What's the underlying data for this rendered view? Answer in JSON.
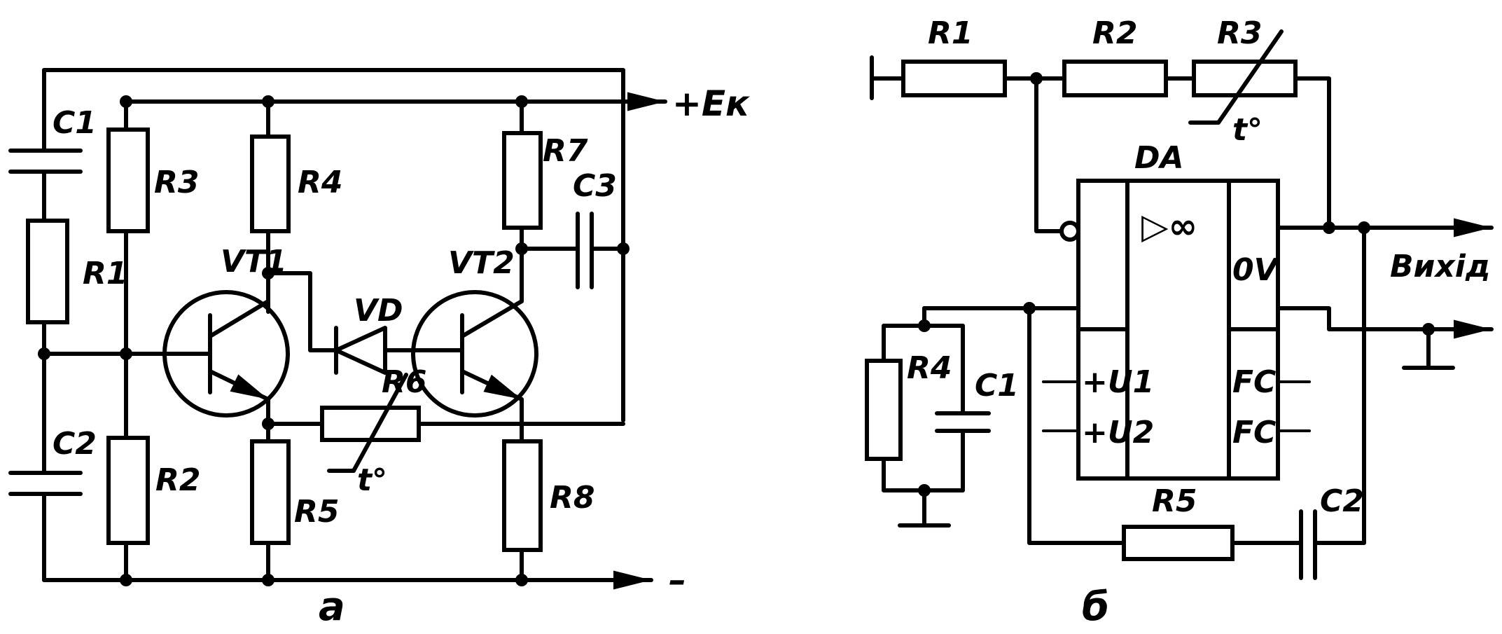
{
  "circuit_a": {
    "caption": "a",
    "supply_label": "+Eк",
    "ground_label": "–",
    "resistors": {
      "r1": "R1",
      "r2": "R2",
      "r3": "R3",
      "r4": "R4",
      "r5": "R5",
      "r6": "R6",
      "r7": "R7",
      "r8": "R8"
    },
    "capacitors": {
      "c1": "C1",
      "c2": "C2",
      "c3": "C3"
    },
    "transistors": {
      "vt1": "VT1",
      "vt2": "VT2"
    },
    "diode": "VD",
    "thermistor_mark": "t°"
  },
  "circuit_b": {
    "caption": "б",
    "output_label": "Вихід",
    "opamp": {
      "name": "DA",
      "symbol": "▷∞",
      "pin_0v": "0V",
      "pin_u1": "+U1",
      "pin_u2": "+U2",
      "pin_fc1": "FC",
      "pin_fc2": "FC"
    },
    "resistors": {
      "r1": "R1",
      "r2": "R2",
      "r3": "R3",
      "r4": "R4",
      "r5": "R5"
    },
    "capacitors": {
      "c1": "C1",
      "c2": "C2"
    },
    "thermistor_mark": "t°"
  }
}
